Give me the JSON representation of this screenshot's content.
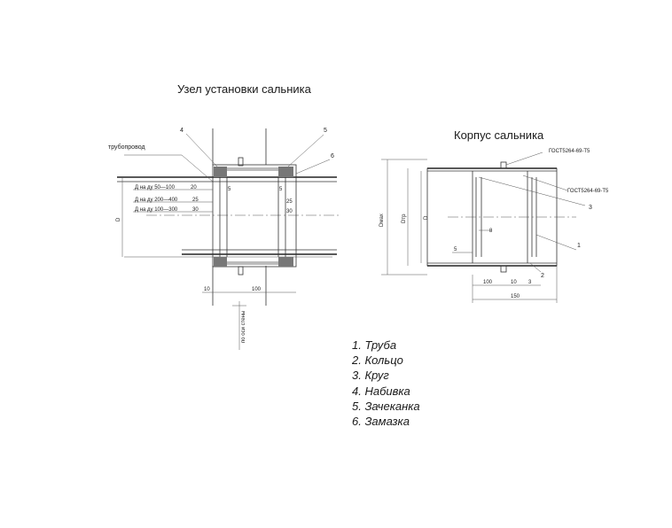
{
  "titles": {
    "left": "Узел установки сальника",
    "right": "Корпус сальника"
  },
  "left_drawing": {
    "pipeline_label": "трубопровод",
    "callouts": [
      "4",
      "5",
      "6"
    ],
    "dim_rows": [
      {
        "label": "Д на ду 50—100",
        "value": "20"
      },
      {
        "label": "Д на ду 200—400",
        "value": "25"
      },
      {
        "label": "Д на ду 100—300",
        "value": "30"
      }
    ],
    "dim_5": "5",
    "dim_25": "25",
    "dim_30": "30",
    "dim_D": "D",
    "dim_bottom_left": "10",
    "dim_bottom_mid": "100",
    "vertical_note": "по оси стены"
  },
  "right_drawing": {
    "gost_top": "ГОСТ5264-69-Т5",
    "gost_mid": "ГОСТ5264-69-Т5",
    "callouts": [
      "1",
      "2",
      "3"
    ],
    "dim_Dmax": "Dмах",
    "dim_D": "D",
    "dim_Dtr": "Dтр",
    "dim_5": "5",
    "dim_8": "8",
    "dim_100": "100",
    "dim_10": "10",
    "dim_3": "3",
    "dim_150": "150"
  },
  "legend": [
    "1. Труба",
    "2. Кольцо",
    "3. Круг",
    "4. Набивка",
    "5. Зачеканка",
    "6. Замазка"
  ]
}
